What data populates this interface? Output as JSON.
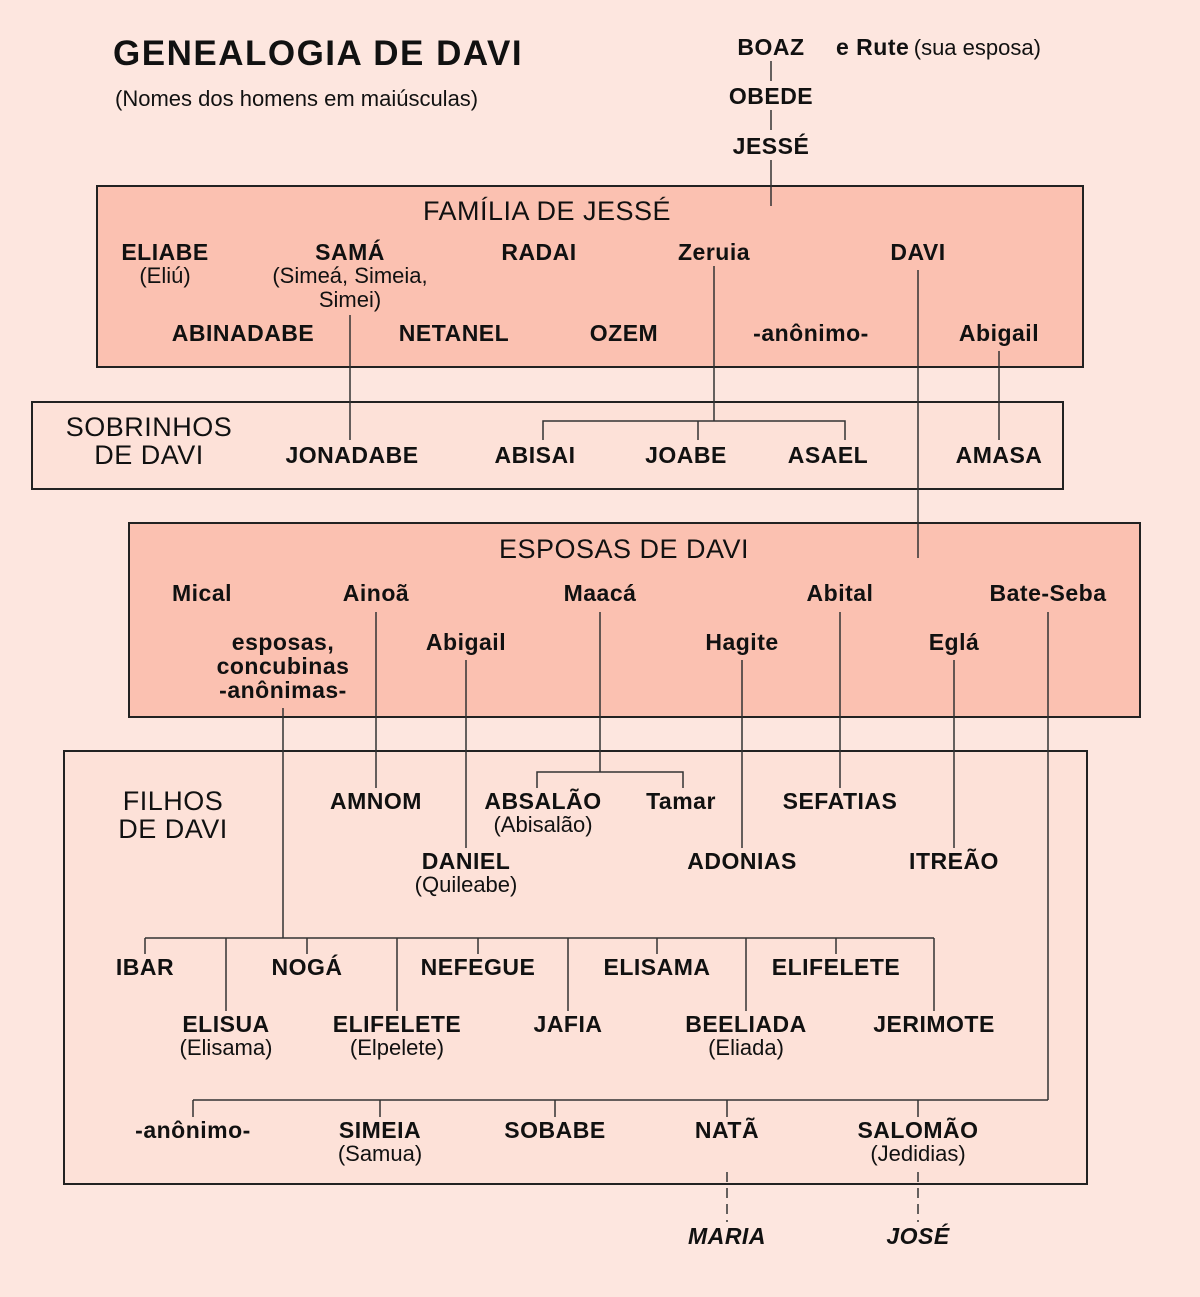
{
  "title": "GENEALOGIA DE DAVI",
  "subtitle": "(Nomes dos homens em maiúsculas)",
  "ancestors": {
    "boaz": "BOAZ",
    "rute": "e Rute",
    "rute_note": "(sua esposa)",
    "obede": "OBEDE",
    "jesse": "JESSÉ"
  },
  "jesse_family": {
    "heading": "FAMÍLIA DE JESSÉ",
    "eliabe": "ELIABE",
    "eliabe_alt": "(Eliú)",
    "sama": "SAMÁ",
    "sama_alt1": "(Simeá, Simeia,",
    "sama_alt2": "Simei)",
    "radai": "RADAI",
    "zeruia": "Zeruia",
    "davi": "DAVI",
    "abinadabe": "ABINADABE",
    "netanel": "NETANEL",
    "ozem": "OZEM",
    "anonimo": "-anônimo-",
    "abigail": "Abigail"
  },
  "nephews": {
    "heading1": "SOBRINHOS",
    "heading2": "DE DAVI",
    "jonadabe": "JONADABE",
    "abisai": "ABISAI",
    "joabe": "JOABE",
    "asael": "ASAEL",
    "amasa": "AMASA"
  },
  "wives": {
    "heading": "ESPOSAS DE DAVI",
    "mical": "Mical",
    "ainoa": "Ainoã",
    "maaca": "Maacá",
    "abital": "Abital",
    "bateseba": "Bate-Seba",
    "others1": "esposas,",
    "others2": "concubinas",
    "others3": "-anônimas-",
    "abigail": "Abigail",
    "hagite": "Hagite",
    "egla": "Eglá"
  },
  "sons": {
    "heading1": "FILHOS",
    "heading2": "DE DAVI",
    "amnom": "AMNOM",
    "absalao": "ABSALÃO",
    "absalao_alt": "(Abisalão)",
    "tamar": "Tamar",
    "sefatias": "SEFATIAS",
    "daniel": "DANIEL",
    "daniel_alt": "(Quileabe)",
    "adonias": "ADONIAS",
    "itreao": "ITREÃO",
    "ibar": "IBAR",
    "noga": "NOGÁ",
    "nefegue": "NEFEGUE",
    "elisama": "ELISAMA",
    "elifelete": "ELIFELETE",
    "elisua": "ELISUA",
    "elisua_alt": "(Elisama)",
    "elifelete2": "ELIFELETE",
    "elifelete2_alt": "(Elpelete)",
    "jafia": "JAFIA",
    "beeliada": "BEELIADA",
    "beeliada_alt": "(Eliada)",
    "jerimote": "JERIMOTE",
    "anonimo": "-anônimo-",
    "simeia": "SIMEIA",
    "simeia_alt": "(Samua)",
    "sobabe": "SOBABE",
    "nata": "NATÃ",
    "salomao": "SALOMÃO",
    "salomao_alt": "(Jedidias)"
  },
  "descendants": {
    "maria": "MARIA",
    "jose": "JOSÉ"
  }
}
